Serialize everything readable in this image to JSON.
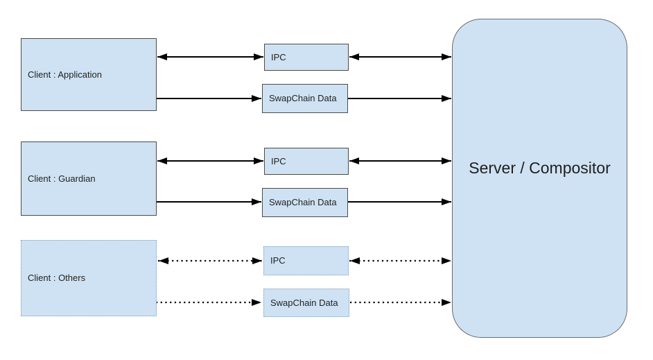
{
  "diagram": {
    "type": "architecture-diagram",
    "server": {
      "label": "Server / Compositor"
    },
    "rows": [
      {
        "client_label": "Client : Application",
        "ipc_label": "IPC",
        "swapchain_label": "SwapChain Data",
        "link_style": "solid"
      },
      {
        "client_label": "Client : Guardian",
        "ipc_label": "IPC",
        "swapchain_label": "SwapChain Data",
        "link_style": "solid"
      },
      {
        "client_label": "Client : Others",
        "ipc_label": "IPC",
        "swapchain_label": "SwapChain Data",
        "link_style": "dotted"
      }
    ],
    "connections": [
      {
        "from": "Client : Application",
        "via": "IPC",
        "to": "Server / Compositor",
        "direction": "bidirectional",
        "style": "solid"
      },
      {
        "from": "Client : Application",
        "via": "SwapChain Data",
        "to": "Server / Compositor",
        "direction": "one-way",
        "style": "solid"
      },
      {
        "from": "Client : Guardian",
        "via": "IPC",
        "to": "Server / Compositor",
        "direction": "bidirectional",
        "style": "solid"
      },
      {
        "from": "Client : Guardian",
        "via": "SwapChain Data",
        "to": "Server / Compositor",
        "direction": "one-way",
        "style": "solid"
      },
      {
        "from": "Client : Others",
        "via": "IPC",
        "to": "Server / Compositor",
        "direction": "bidirectional",
        "style": "dotted"
      },
      {
        "from": "Client : Others",
        "via": "SwapChain Data",
        "to": "Server / Compositor",
        "direction": "one-way",
        "style": "dotted"
      }
    ],
    "colors": {
      "node_fill": "#cfe2f3",
      "node_border": "#4a4a4a",
      "dotted_border": "#7f9db9",
      "arrow": "#000000",
      "background": "#ffffff"
    }
  }
}
